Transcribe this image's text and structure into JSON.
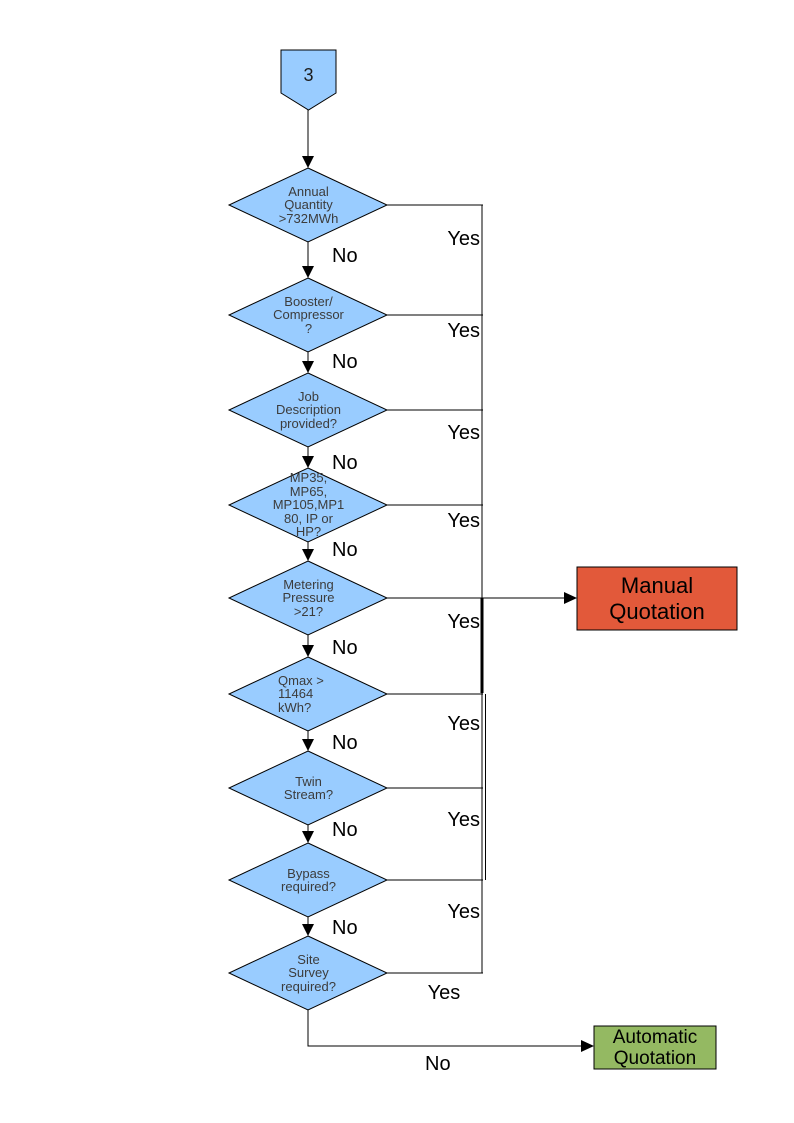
{
  "connector": {
    "label": "3"
  },
  "decisions": [
    {
      "id": "annual-quantity",
      "label": "Annual\nQuantity\n>732MWh"
    },
    {
      "id": "booster-compressor",
      "label": "Booster/\nCompressor\n?"
    },
    {
      "id": "job-description",
      "label": "Job\nDescription\nprovided?"
    },
    {
      "id": "meter-module",
      "label": "MP35,\nMP65,\nMP105,MP1\n80, IP or\nHP?"
    },
    {
      "id": "metering-pressure",
      "label": "Metering\nPressure\n>21?"
    },
    {
      "id": "qmax",
      "label": "Qmax >\n11464\nkWh?"
    },
    {
      "id": "twin-stream",
      "label": "Twin\nStream?"
    },
    {
      "id": "bypass",
      "label": "Bypass\nrequired?"
    },
    {
      "id": "site-survey",
      "label": "Site\nSurvey\nrequired?"
    }
  ],
  "outcomes": {
    "manual": {
      "label": "Manual\nQuotation",
      "color": "#e2593a"
    },
    "automatic": {
      "label": "Automatic\nQuotation",
      "color": "#94b962"
    }
  },
  "edge_labels": {
    "yes": "Yes",
    "no": "No"
  },
  "colors": {
    "node_fill": "#99ccff",
    "node_border": "#000000",
    "connector_line": "#000000",
    "decision_text": "#3c3c3c",
    "label_text": "#000000",
    "background": "#ffffff"
  }
}
